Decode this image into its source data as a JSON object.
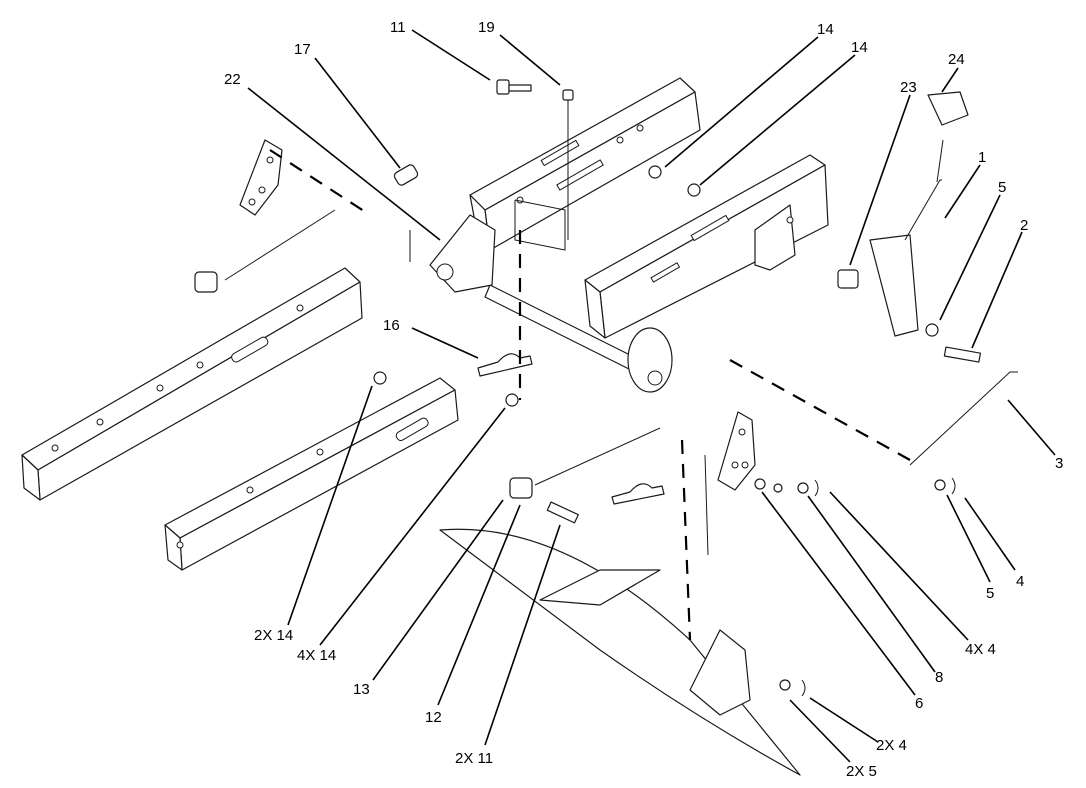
{
  "callouts": {
    "c11_top": "11",
    "c19": "19",
    "c17": "17",
    "c22": "22",
    "c14_a": "14",
    "c14_b": "14",
    "c24": "24",
    "c23": "23",
    "c1": "1",
    "c5_top": "5",
    "c2": "2",
    "c3": "3",
    "c16": "16",
    "c4": "4",
    "c5_mid": "5",
    "c4x4": "4X 4",
    "c8": "8",
    "c6": "6",
    "c2x14": "2X 14",
    "c4x14": "4X 14",
    "c13": "13",
    "c12": "12",
    "c2x11": "2X 11",
    "c2x4": "2X 4",
    "c2x5": "2X 5"
  },
  "colors": {
    "line": "#1a1a1a",
    "background": "#ffffff"
  }
}
